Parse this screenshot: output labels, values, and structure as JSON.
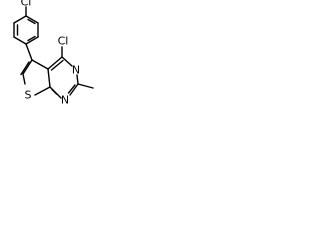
{
  "atoms": {
    "cl_top": "Cl",
    "cl_right": "Cl",
    "n_upper": "N",
    "n_lower": "N",
    "s_ring": "S"
  }
}
